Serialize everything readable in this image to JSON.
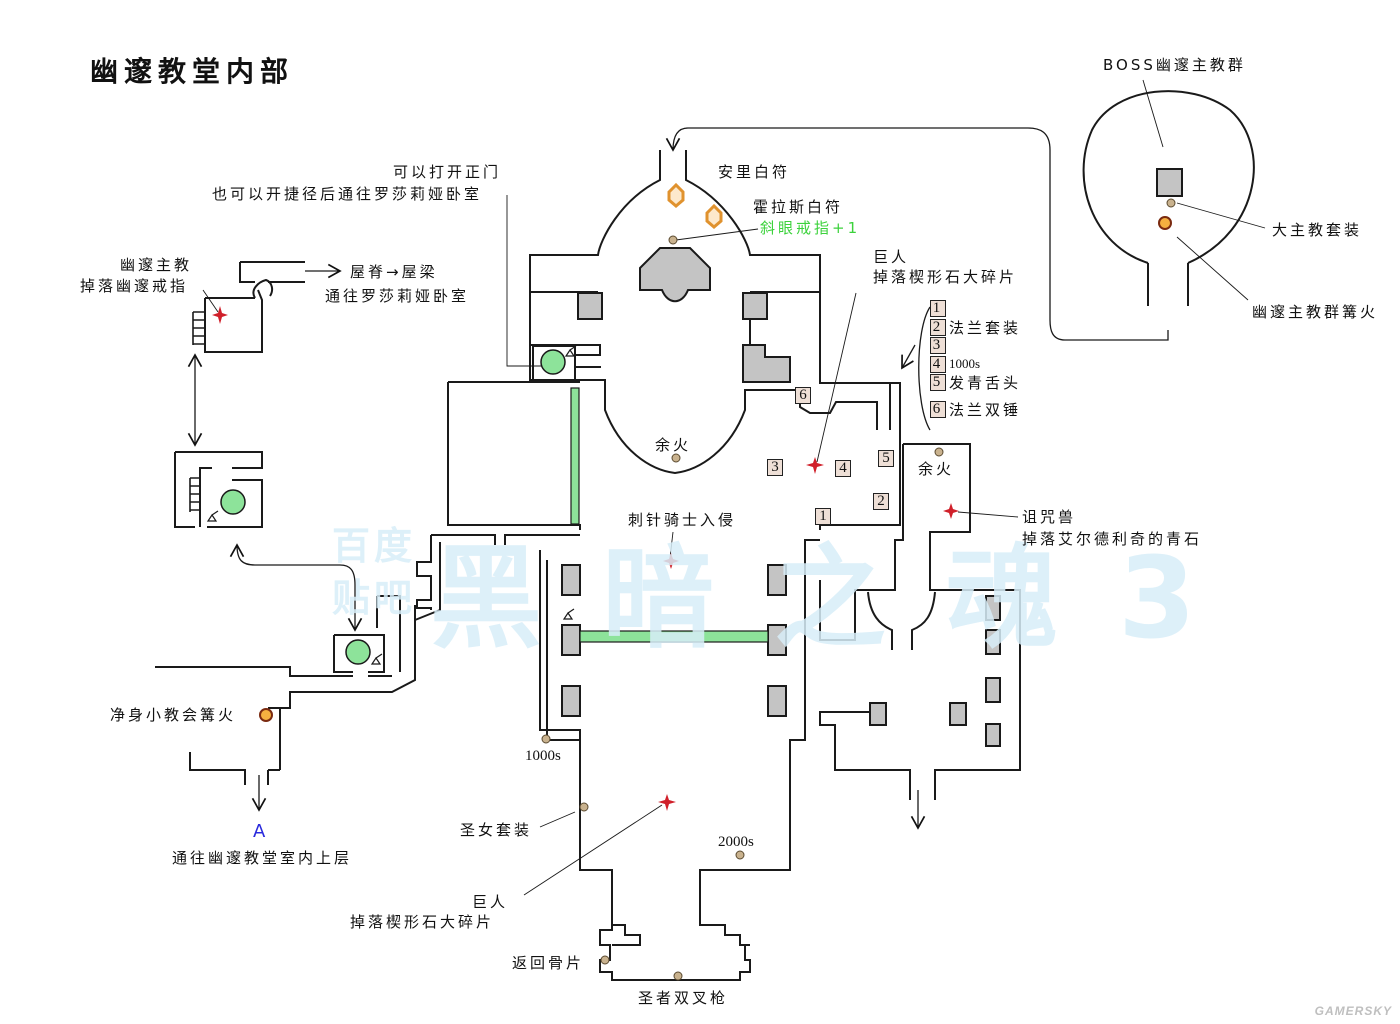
{
  "title": "幽邃教堂内部",
  "watermark": {
    "main": "黑暗之魂3",
    "sub_top": "百度",
    "sub_bottom": "贴吧"
  },
  "credit": "GAMERSKY",
  "colors": {
    "wall": "#1a1a1a",
    "pillar_fill": "#c4c4c4",
    "elevator_green": "#8de39a",
    "item_dot": "#c9b28e",
    "enemy_drop_star": "#d0202a",
    "bonfire_fill": "#f5b040",
    "bonfire_ring": "#7a2a10",
    "summon_sign": "#f3c58c",
    "highlight_item": "#3cd23c",
    "exit_marker": "#2a2adc",
    "watermark": "#d8eef8",
    "numbox_fill": "#eedfd6"
  },
  "labels": {
    "open_gate_1": "可以打开正门",
    "open_gate_2": "也可以开捷径后通往罗莎莉娅卧室",
    "deacon_1": "幽邃主教",
    "deacon_2": "掉落幽邃戒指",
    "roof_1": "屋脊→屋梁",
    "roof_2": "通往罗莎莉娅卧室",
    "anri_sign": "安里白符",
    "horace_sign": "霍拉斯白符",
    "ring_item": "斜眼戒指+1",
    "giant_top_1": "巨人",
    "giant_top_2": "掉落楔形石大碎片",
    "ember_center": "余火",
    "ember_right": "余火",
    "boss_label": "BOSS幽邃主教群",
    "archdeacon_set": "大主教套装",
    "boss_bonfire": "幽邃主教群篝火",
    "curse_beast_1": "诅咒兽",
    "curse_beast_2": "掉落艾尔德利奇的青石",
    "silver_knight": "刺针骑士入侵",
    "cleansing_bonfire": "净身小教会篝火",
    "exit_letter": "A",
    "exit_desc": "通往幽邃教堂室内上层",
    "souls_1000": "1000s",
    "souls_2000": "2000s",
    "maiden_set": "圣女套装",
    "giant_bottom_1": "巨人",
    "giant_bottom_2": "掉落楔形石大碎片",
    "homeward_bone": "返回骨片",
    "saint_bident": "圣者双叉枪"
  },
  "shop_legend": [
    {
      "num": "1",
      "text": ""
    },
    {
      "num": "2",
      "text": "法兰套装"
    },
    {
      "num": "3",
      "text": ""
    },
    {
      "num": "4",
      "text": "1000s"
    },
    {
      "num": "5",
      "text": "发青舌头"
    },
    {
      "num": "6",
      "text": "法兰双锤"
    }
  ],
  "icons": {
    "item": "item-dot-icon",
    "enemy_drop": "red-star-icon",
    "bonfire": "bonfire-icon",
    "summon_sign": "summon-sign-icon",
    "elevator": "elevator-icon",
    "lever": "lever-icon",
    "pillar": "pillar-block",
    "ladder": "ladder-icon"
  }
}
